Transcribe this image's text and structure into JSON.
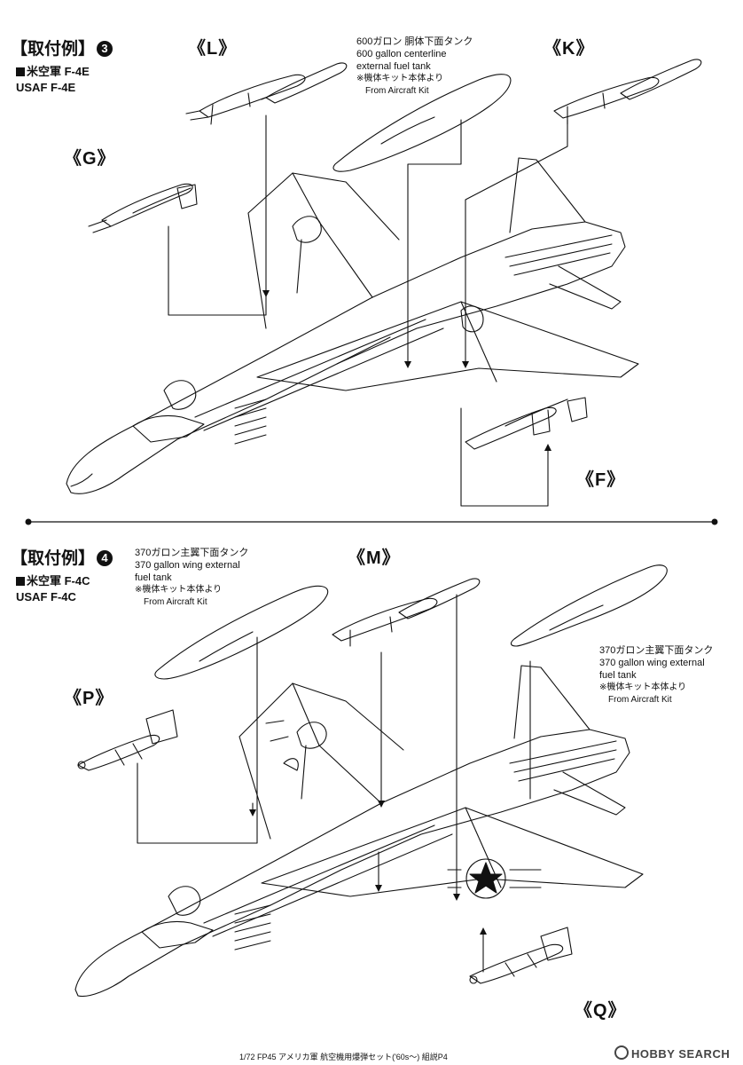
{
  "section3": {
    "title": "【取付例】",
    "number": "3",
    "aircraft_jp": "米空軍 F-4E",
    "aircraft_en": "USAF F-4E",
    "tank_jp": "600ガロン 胴体下面タンク",
    "tank_en_line1": "600 gallon centerline",
    "tank_en_line2": "external fuel tank",
    "tank_note_jp": "※機体キット本体より",
    "tank_note_en": "From Aircraft Kit",
    "letters": {
      "L": "《L》",
      "K": "《K》",
      "G": "《G》",
      "F": "《F》"
    }
  },
  "section4": {
    "title": "【取付例】",
    "number": "4",
    "aircraft_jp": "米空軍 F-4C",
    "aircraft_en": "USAF F-4C",
    "tank_left_jp": "370ガロン主翼下面タンク",
    "tank_left_en_line1": "370 gallon wing external",
    "tank_left_en_line2": "fuel tank",
    "tank_left_note_jp": "※機体キット本体より",
    "tank_left_note_en": "From Aircraft Kit",
    "tank_right_jp": "370ガロン主翼下面タンク",
    "tank_right_en_line1": "370 gallon wing external",
    "tank_right_en_line2": "fuel tank",
    "tank_right_note_jp": "※機体キット本体より",
    "tank_right_note_en": "From Aircraft Kit",
    "letters": {
      "M": "《M》",
      "P": "《P》",
      "Q": "《Q》"
    }
  },
  "footer": {
    "text": "1/72 FP45 アメリカ軍 航空機用爆弾セット('60s〜) 組説P4",
    "brand": "HOBBY SEARCH"
  },
  "colors": {
    "ink": "#111111",
    "paper": "#ffffff"
  }
}
